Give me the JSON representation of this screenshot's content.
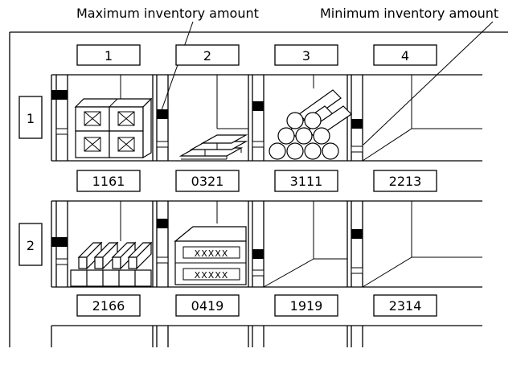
{
  "callouts": {
    "max_label": "Maximum inventory amount",
    "min_label": "Minimum inventory amount"
  },
  "columns": [
    "1",
    "2",
    "3",
    "4"
  ],
  "rows": [
    "1",
    "2"
  ],
  "codes": {
    "row1": [
      "1161",
      "0321",
      "3111",
      "2213"
    ],
    "row2": [
      "2166",
      "0419",
      "1919",
      "2314"
    ]
  },
  "box_marks": [
    "XXXXX",
    "XXXXX"
  ]
}
